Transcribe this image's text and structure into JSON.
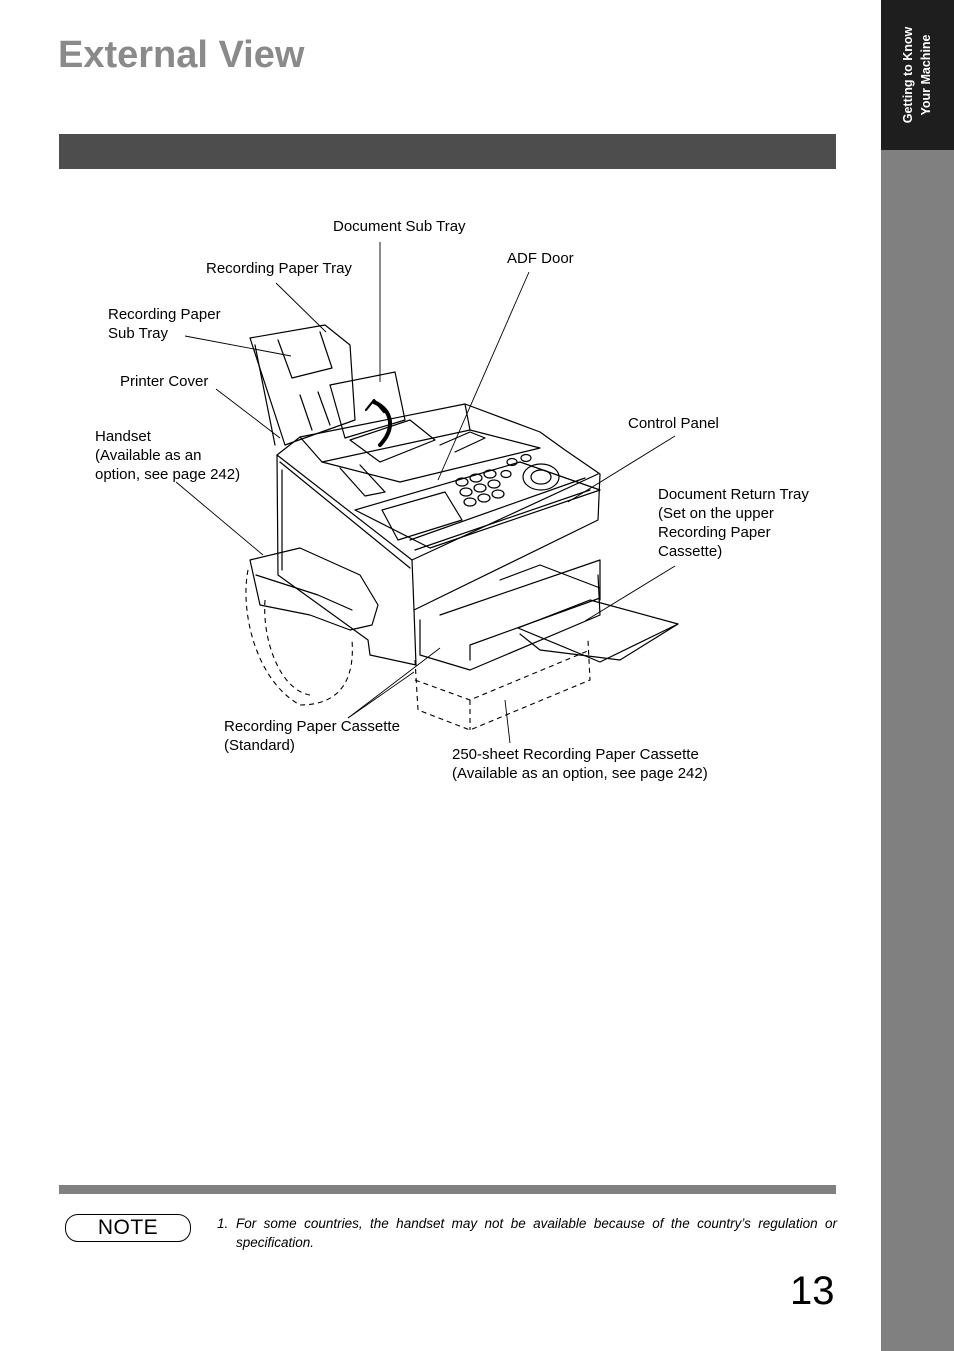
{
  "page": {
    "title": "External View",
    "side_tab": [
      "Getting to Know",
      "Your Machine"
    ],
    "page_number": "13"
  },
  "figure": {
    "labels": {
      "document_sub_tray": [
        "Document Sub Tray"
      ],
      "adf_door": [
        "ADF Door"
      ],
      "recording_paper_tray": [
        "Recording Paper Tray"
      ],
      "recording_paper_sub_tray": [
        "Recording Paper",
        "Sub Tray"
      ],
      "printer_cover": [
        "Printer Cover"
      ],
      "handset": [
        "Handset",
        "(Available as an",
        "option, see page 242)"
      ],
      "control_panel": [
        "Control Panel"
      ],
      "document_return_tray": [
        "Document Return Tray",
        "(Set on the upper",
        "Recording Paper",
        "Cassette)"
      ],
      "recording_paper_cassette": [
        "Recording Paper Cassette",
        "(Standard)"
      ],
      "optional_cassette": [
        "250-sheet Recording Paper Cassette",
        "(Available as an option, see page 242)"
      ]
    }
  },
  "note": {
    "badge": "NOTE",
    "number": "1.",
    "text": "For some countries, the handset may not be available because of the country’s regulation or specification."
  }
}
